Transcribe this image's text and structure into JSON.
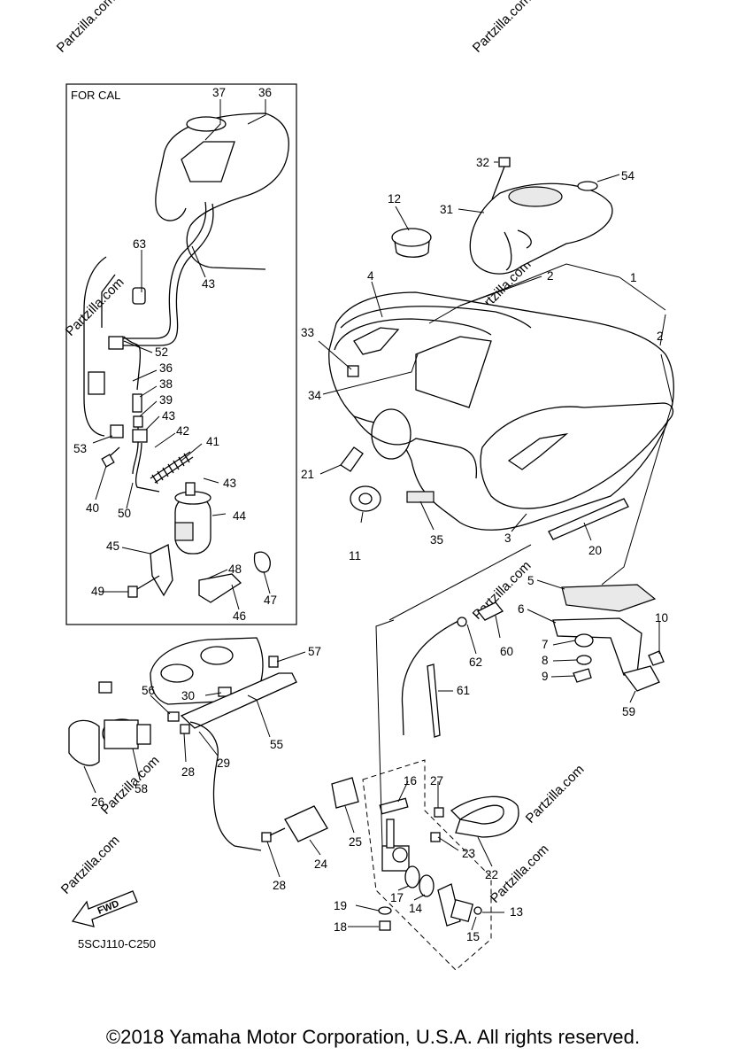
{
  "diagram": {
    "frame_title": "FOR CAL",
    "diagram_code": "5SCJ110-C250",
    "fwd_label": "FWD",
    "watermark": "Partzilla.com",
    "callouts": [
      {
        "id": "37",
        "label": "37"
      },
      {
        "id": "36a",
        "label": "36"
      },
      {
        "id": "63",
        "label": "63"
      },
      {
        "id": "43a",
        "label": "43"
      },
      {
        "id": "52",
        "label": "52"
      },
      {
        "id": "36b",
        "label": "36"
      },
      {
        "id": "38",
        "label": "38"
      },
      {
        "id": "39",
        "label": "39"
      },
      {
        "id": "43b",
        "label": "43"
      },
      {
        "id": "53",
        "label": "53"
      },
      {
        "id": "42",
        "label": "42"
      },
      {
        "id": "41",
        "label": "41"
      },
      {
        "id": "40",
        "label": "40"
      },
      {
        "id": "43c",
        "label": "43"
      },
      {
        "id": "50",
        "label": "50"
      },
      {
        "id": "44",
        "label": "44"
      },
      {
        "id": "45",
        "label": "45"
      },
      {
        "id": "49",
        "label": "49"
      },
      {
        "id": "48",
        "label": "48"
      },
      {
        "id": "47",
        "label": "47"
      },
      {
        "id": "46",
        "label": "46"
      },
      {
        "id": "32",
        "label": "32"
      },
      {
        "id": "54",
        "label": "54"
      },
      {
        "id": "12",
        "label": "12"
      },
      {
        "id": "31",
        "label": "31"
      },
      {
        "id": "4",
        "label": "4"
      },
      {
        "id": "2a",
        "label": "2"
      },
      {
        "id": "1",
        "label": "1"
      },
      {
        "id": "2b",
        "label": "2"
      },
      {
        "id": "33",
        "label": "33"
      },
      {
        "id": "34",
        "label": "34"
      },
      {
        "id": "21",
        "label": "21"
      },
      {
        "id": "11",
        "label": "11"
      },
      {
        "id": "35",
        "label": "35"
      },
      {
        "id": "3",
        "label": "3"
      },
      {
        "id": "20",
        "label": "20"
      },
      {
        "id": "5",
        "label": "5"
      },
      {
        "id": "6",
        "label": "6"
      },
      {
        "id": "10",
        "label": "10"
      },
      {
        "id": "7",
        "label": "7"
      },
      {
        "id": "8",
        "label": "8"
      },
      {
        "id": "9",
        "label": "9"
      },
      {
        "id": "59",
        "label": "59"
      },
      {
        "id": "60",
        "label": "60"
      },
      {
        "id": "62",
        "label": "62"
      },
      {
        "id": "61",
        "label": "61"
      },
      {
        "id": "57",
        "label": "57"
      },
      {
        "id": "56",
        "label": "56"
      },
      {
        "id": "30",
        "label": "30"
      },
      {
        "id": "55",
        "label": "55"
      },
      {
        "id": "28a",
        "label": "28"
      },
      {
        "id": "29",
        "label": "29"
      },
      {
        "id": "26",
        "label": "26"
      },
      {
        "id": "58",
        "label": "58"
      },
      {
        "id": "16",
        "label": "16"
      },
      {
        "id": "27",
        "label": "27"
      },
      {
        "id": "25",
        "label": "25"
      },
      {
        "id": "23",
        "label": "23"
      },
      {
        "id": "24",
        "label": "24"
      },
      {
        "id": "22",
        "label": "22"
      },
      {
        "id": "28b",
        "label": "28"
      },
      {
        "id": "17",
        "label": "17"
      },
      {
        "id": "14",
        "label": "14"
      },
      {
        "id": "19",
        "label": "19"
      },
      {
        "id": "13",
        "label": "13"
      },
      {
        "id": "15",
        "label": "15"
      },
      {
        "id": "18",
        "label": "18"
      }
    ]
  },
  "footer": {
    "copyright": "©2018 Yamaha Motor Corporation, U.S.A. All rights reserved."
  }
}
